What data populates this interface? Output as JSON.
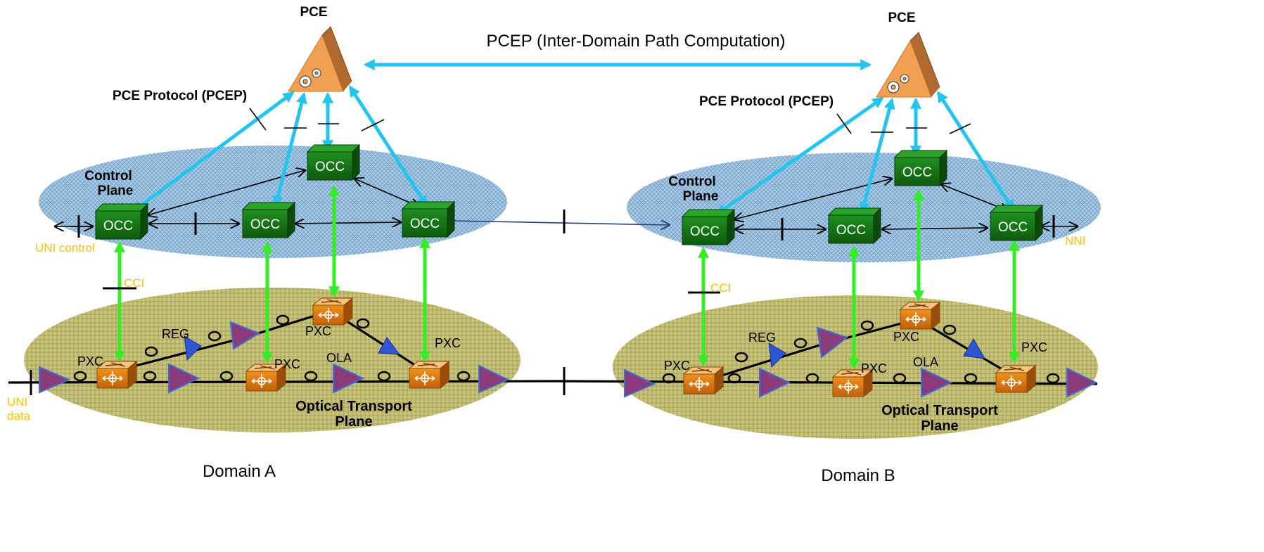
{
  "header": {
    "pcep_inter_domain": "PCEP (Inter-Domain Path Computation)"
  },
  "domains": [
    {
      "name": "Domain A",
      "pce_label": "PCE",
      "pcep_label": "PCE Protocol (PCEP)",
      "control_plane_label": [
        "Control",
        "Plane"
      ],
      "transport_plane_label": [
        "Optical Transport",
        "Plane"
      ],
      "occ_label": "OCC",
      "pxc_label": "PXC",
      "reg_label": "REG",
      "ola_label": "OLA",
      "cci_label": "CCI",
      "uni_control_label": "UNI control",
      "uni_data_label": [
        "UNI",
        "data"
      ]
    },
    {
      "name": "Domain B",
      "pce_label": "PCE",
      "pcep_label": "PCE Protocol (PCEP)",
      "control_plane_label": [
        "Control",
        "Plane"
      ],
      "transport_plane_label": [
        "Optical Transport",
        "Plane"
      ],
      "occ_label": "OCC",
      "pxc_label": "PXC",
      "reg_label": "REG",
      "ola_label": "OLA",
      "cci_label": "CCI",
      "nni_label": "NNI"
    }
  ],
  "colors": {
    "pcep_arrow": "#22c4f0",
    "cci_arrow": "#33ee22",
    "occ_box": "#1a7a1a",
    "pxc_box": "#e07a10",
    "amplifier": "#8b3a7a",
    "regenerator": "#2f55d4",
    "control_plane": "#8ab8dc",
    "transport_plane": "#b5b060",
    "annotation": "#ffc000"
  }
}
